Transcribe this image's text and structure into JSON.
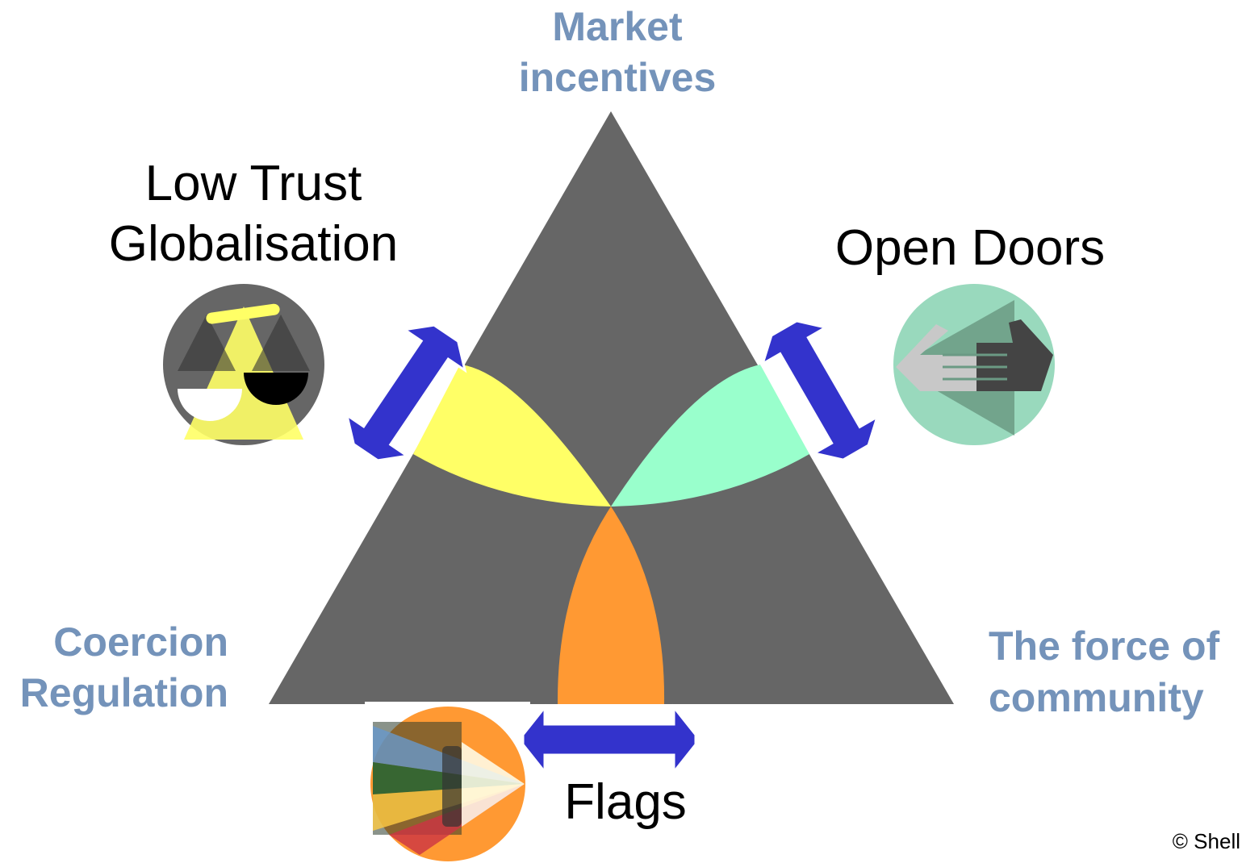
{
  "corners": {
    "top": [
      "Market",
      "incentives"
    ],
    "left": [
      "Coercion",
      "Regulation"
    ],
    "right": [
      "The force of",
      "community"
    ]
  },
  "scenarios": {
    "low_trust": [
      "Low Trust",
      "Globalisation"
    ],
    "open_doors": "Open Doors",
    "flags": "Flags"
  },
  "copyright": "© Shell",
  "colors": {
    "triangle": "#666666",
    "low_trust": "#ffff66",
    "open_doors": "#99ffcc",
    "flags": "#ff9933",
    "arrow": "#3333cc",
    "corner_label": "#7493ba"
  },
  "icons": {
    "low_trust": "scales-icon",
    "open_doors": "handshake-icon",
    "flags": "prism-flag-icon"
  }
}
